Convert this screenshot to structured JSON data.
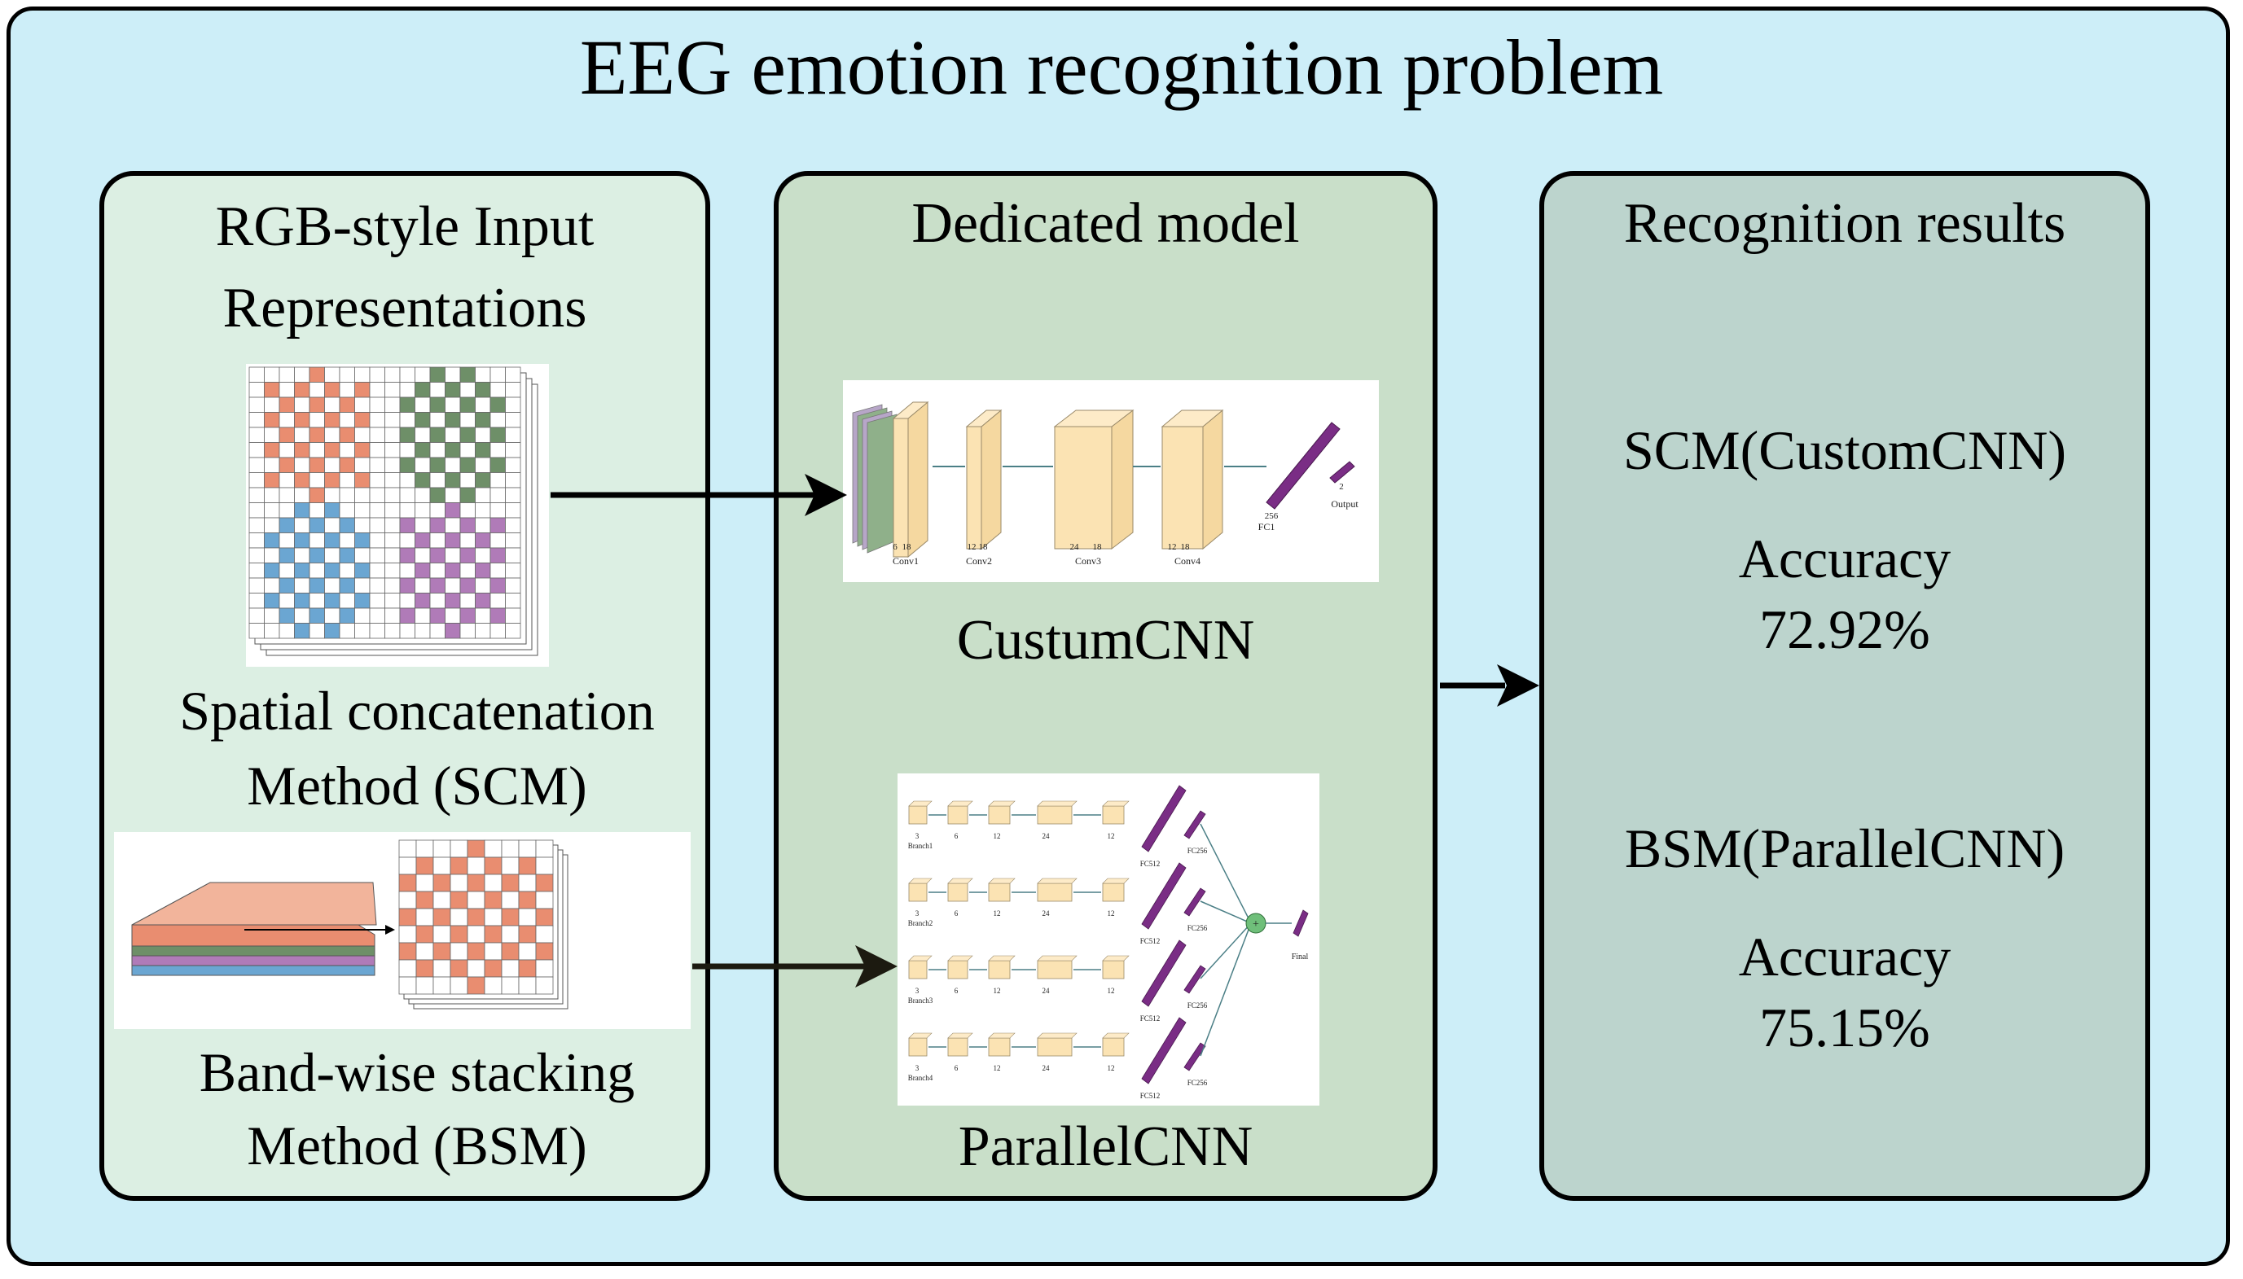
{
  "title": "EEG emotion recognition problem",
  "panels": {
    "input": {
      "title_line1": "RGB-style Input",
      "title_line2": "Representations",
      "scm_line1": "Spatial concatenation",
      "scm_line2": "Method (SCM)",
      "bsm_line1": "Band-wise stacking",
      "bsm_line2": "Method (BSM)"
    },
    "model": {
      "title": "Dedicated model",
      "custom_caption": "CustumCNN",
      "parallel_caption": "ParallelCNN",
      "custom_layers": [
        "Conv1",
        "Conv2",
        "Conv3",
        "Conv4",
        "FC1",
        "Output"
      ],
      "custom_dims": [
        "6",
        "18",
        "12",
        "18",
        "24",
        "18",
        "12",
        "18",
        "256",
        "2"
      ],
      "parallel_branches": [
        "Branch1",
        "Branch2",
        "Branch3",
        "Branch4"
      ],
      "parallel_fc": [
        "FC512",
        "FC256"
      ],
      "parallel_dims": [
        "3",
        "6",
        "12",
        "24",
        "12",
        "512",
        "256"
      ],
      "parallel_final": "Final"
    },
    "results": {
      "title": "Recognition results",
      "scm_model": "SCM(CustomCNN)",
      "scm_acc_label": "Accuracy",
      "scm_acc_value": "72.92%",
      "bsm_model": "BSM(ParallelCNN)",
      "bsm_acc_label": "Accuracy",
      "bsm_acc_value": "75.15%"
    }
  },
  "colors": {
    "background": "#cdeef8",
    "input_panel": "#dcefe3",
    "model_panel": "#c9dfc9",
    "results_panel": "#bcd4cd",
    "conv_block": "#fbe3b3",
    "fc_block": "#7a2d85",
    "grid_orange": "#e98d70",
    "grid_green": "#6e8f68",
    "grid_blue": "#6ba6d2",
    "grid_purple": "#b07bb8"
  }
}
